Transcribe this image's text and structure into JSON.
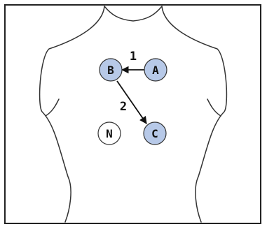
{
  "diagram": {
    "nodes": [
      {
        "id": "A",
        "label": "A",
        "fill": "#b7c9e8"
      },
      {
        "id": "B",
        "label": "B",
        "fill": "#b7c9e8"
      },
      {
        "id": "C",
        "label": "C",
        "fill": "#b7c9e8"
      },
      {
        "id": "N",
        "label": "N",
        "fill": "#ffffff"
      }
    ],
    "edges": [
      {
        "from": "A",
        "to": "B",
        "label": "1"
      },
      {
        "from": "B",
        "to": "C",
        "label": "2"
      }
    ],
    "colors": {
      "node_highlight": "#b7c9e8",
      "node_plain": "#ffffff",
      "outline": "#333333",
      "arrow": "#111111",
      "frame": "#222222"
    }
  }
}
